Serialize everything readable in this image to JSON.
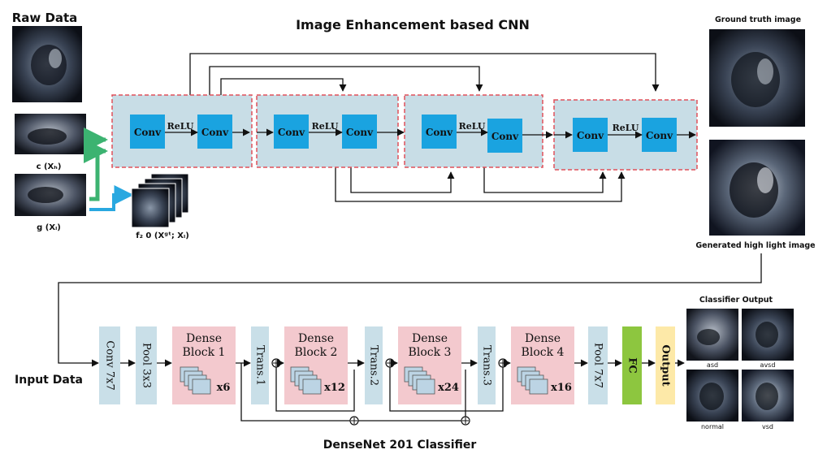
{
  "top": {
    "title": "Image Enhancement based CNN",
    "raw_data_label": "Raw Data",
    "ground_truth_label": "Ground truth image",
    "generated_label": "Generated high light image",
    "cx_label": "c (Xₕ)",
    "gx_label": "g (Xₗ)",
    "f_label": "f₂ 0 (Xᵍᵗ; Xₗ)",
    "stages": [
      {
        "conv1": "Conv",
        "act": "ReLU",
        "conv2": "Conv"
      },
      {
        "conv1": "Conv",
        "act": "ReLU",
        "conv2": "Conv"
      },
      {
        "conv1": "Conv",
        "act": "ReLU",
        "conv2": "Conv"
      },
      {
        "conv1": "Conv",
        "act": "ReLU",
        "conv2": "Conv"
      }
    ]
  },
  "bottom": {
    "title": "DenseNet 201 Classifier",
    "input_label": "Input Data",
    "classifier_output_label": "Classifier Output",
    "layers": {
      "conv": "Conv 7x7",
      "pool1": "Pool 3x3",
      "trans1": "Trans.1",
      "trans2": "Trans.2",
      "trans3": "Trans.3",
      "pool2": "Pool 7x7",
      "fc": "FC",
      "output": "Output"
    },
    "dense_blocks": [
      {
        "title_line1": "Dense",
        "title_line2": "Block 1",
        "count": "x6"
      },
      {
        "title_line1": "Dense",
        "title_line2": "Block 2",
        "count": "x12"
      },
      {
        "title_line1": "Dense",
        "title_line2": "Block 3",
        "count": "x24"
      },
      {
        "title_line1": "Dense",
        "title_line2": "Block 4",
        "count": "x16"
      }
    ],
    "output_classes": [
      "asd",
      "avsd",
      "normal",
      "vsd"
    ]
  },
  "colors": {
    "stage_fill": "#c8dde6",
    "stage_border": "#e0505a",
    "conv_fill": "#1aa3e0",
    "dense_fill": "#f3c9ce",
    "layer_fill": "#c9dfe8",
    "fc_fill": "#8dc63f",
    "output_fill": "#fde9a8",
    "green_arrow": "#3cb371",
    "blue_arrow": "#29a8e0"
  }
}
